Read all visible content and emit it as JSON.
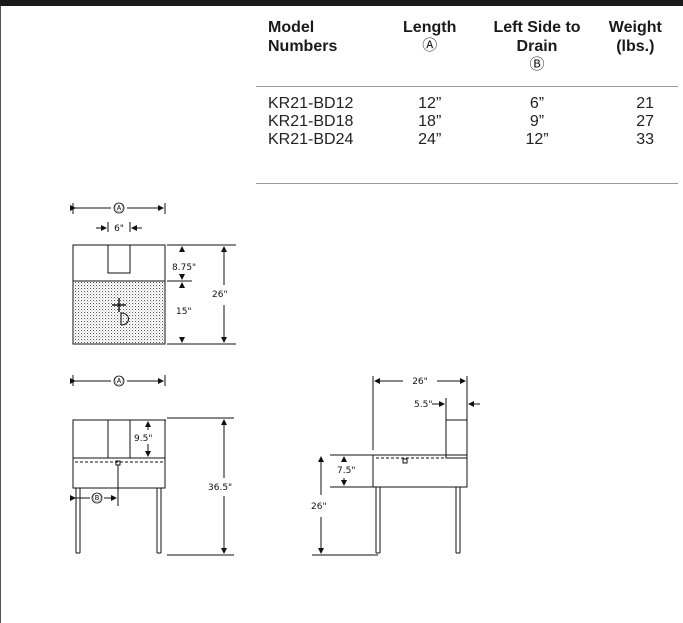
{
  "table": {
    "headers": [
      {
        "label": "Model Numbers",
        "marker": ""
      },
      {
        "label": "Length",
        "marker": "Ⓐ"
      },
      {
        "label": "Left Side to Drain",
        "marker": "Ⓑ"
      },
      {
        "label": "Weight (lbs.)",
        "marker": ""
      }
    ],
    "rows": [
      [
        "KR21-BD12",
        "12”",
        "6”",
        "21"
      ],
      [
        "KR21-BD18",
        "18”",
        "9”",
        "27"
      ],
      [
        "KR21-BD24",
        "24”",
        "12”",
        "33"
      ]
    ]
  },
  "drawings": {
    "top_view": {
      "width_marker": "Ⓐ",
      "center_dim": "6\"",
      "upper_dim": "8.75\"",
      "lower_dim": "15\"",
      "depth_dim": "26\""
    },
    "front_view": {
      "width_marker": "Ⓐ",
      "splash_dim": "9.5\"",
      "drain_marker": "Ⓑ",
      "height_dim": "36.5\""
    },
    "side_view": {
      "depth_dim": "26\"",
      "splash_dim": "5.5\"",
      "bowl_dim": "7.5\"",
      "height_dim": "26\""
    }
  }
}
